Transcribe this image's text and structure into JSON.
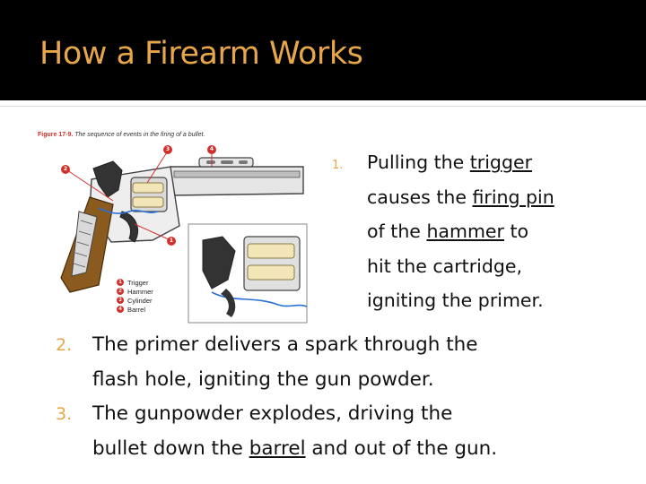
{
  "slide": {
    "title": "How a Firearm Works",
    "colors": {
      "title_bar": "#000000",
      "title_text": "#e8a64a",
      "bullet_number": "#e8a64a",
      "callout": "#d0312d"
    }
  },
  "figure": {
    "caption_number": "Figure 17-9.",
    "caption_text": "The sequence of events in the firing of a bullet.",
    "markers": [
      "1",
      "2",
      "3",
      "4"
    ],
    "legend": [
      {
        "num": "1",
        "label": "Trigger"
      },
      {
        "num": "2",
        "label": "Hammer"
      },
      {
        "num": "3",
        "label": "Cylinder"
      },
      {
        "num": "4",
        "label": "Barrel"
      }
    ]
  },
  "steps": [
    {
      "num": "1.",
      "lines": [
        [
          "Pulling the ",
          {
            "u": "trigger"
          }
        ],
        [
          "causes the ",
          {
            "u": "firing pin"
          }
        ],
        [
          "of the ",
          {
            "u": "hammer"
          },
          " to"
        ],
        [
          "hit the cartridge,"
        ],
        [
          "igniting the primer."
        ]
      ]
    },
    {
      "num": "2.",
      "lines": [
        [
          "The primer delivers a spark through the"
        ],
        [
          "flash hole, igniting the gun powder."
        ]
      ]
    },
    {
      "num": "3.",
      "lines": [
        [
          "The gunpowder explodes, driving the"
        ],
        [
          "bullet down the ",
          {
            "u": "barrel"
          },
          " and out of the gun."
        ]
      ]
    }
  ]
}
